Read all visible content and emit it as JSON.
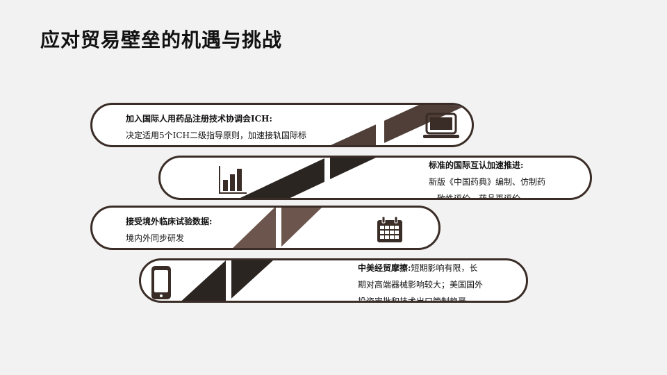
{
  "title": "应对贸易壁垒的机遇与挑战",
  "items": [
    {
      "heading": "加入国际人用药品注册技术协调会ICH:",
      "body": "决定适用5个ICH二级指导原则，加速接轨国际标",
      "icon": "laptop-icon"
    },
    {
      "heading": "标准的国际互认加速推进:",
      "body_line1": "新版《中国药典》编制、仿制药",
      "body_line2": "一致性评价、药品再评价……",
      "icon": "bar-chart-icon"
    },
    {
      "heading": "接受境外临床试验数据:",
      "body": "境内外同步研发",
      "icon": "calendar-icon"
    },
    {
      "heading": "中美经贸摩擦:",
      "inline_rest": "短期影响有限，长",
      "body_line1": "期对高端器械影响较大；美国国外",
      "body_line2": "投资审批和技术出口管制趋严",
      "icon": "smartphone-icon"
    }
  ],
  "colors": {
    "dark": "#2b2522",
    "brown": "#6b554d",
    "outline": "#3a2c26"
  }
}
